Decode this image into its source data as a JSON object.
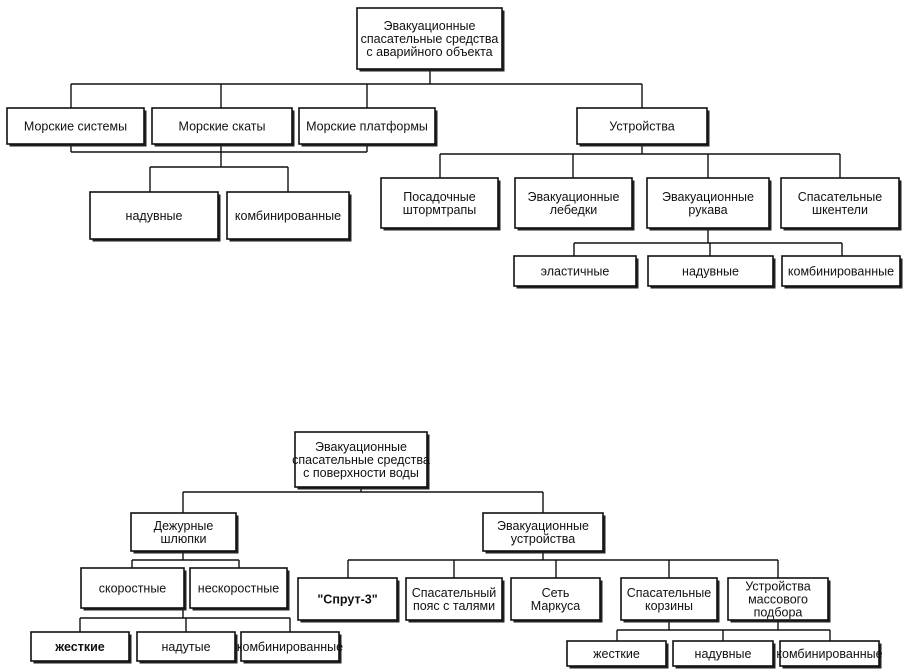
{
  "tree1": {
    "root": [
      "Эвакуационные",
      "спасательные средства",
      "с аварийного объекта"
    ],
    "marine_systems": [
      "Морские системы"
    ],
    "marine_slides": [
      "Морские скаты"
    ],
    "marine_platforms": [
      "Морские платформы"
    ],
    "devices": [
      "Устройства"
    ],
    "slides_inflatable": [
      "надувные"
    ],
    "slides_combined": [
      "комбинированные"
    ],
    "boarding_ladders": [
      "Посадочные",
      "штормтрапы"
    ],
    "evac_winches": [
      "Эвакуационные",
      "лебедки"
    ],
    "evac_sleeves": [
      "Эвакуационные",
      "рукава"
    ],
    "rescue_slings": [
      "Спасательные",
      "шкентели"
    ],
    "sleeves_elastic": [
      "эластичные"
    ],
    "sleeves_inflatable": [
      "надувные"
    ],
    "sleeves_combined": [
      "комбинированные"
    ]
  },
  "tree2": {
    "root": [
      "Эвакуационные",
      "спасательные средства",
      "с поверхности воды"
    ],
    "duty_boats": [
      "Дежурные",
      "шлюпки"
    ],
    "evac_devices": [
      "Эвакуационные",
      "устройства"
    ],
    "boats_fast": [
      "скоростные"
    ],
    "boats_slow": [
      "нескоростные"
    ],
    "boats_rigid": [
      "жесткие"
    ],
    "boats_inflatable": [
      "надутые"
    ],
    "boats_combined": [
      "комбинированные"
    ],
    "sprut3": [
      "\"Спрут-3\""
    ],
    "rescue_belt": [
      "Спасательный",
      "пояс с талями"
    ],
    "markus_net": [
      "Сеть",
      "Маркуса"
    ],
    "rescue_baskets": [
      "Спасательные",
      "корзины"
    ],
    "mass_pickup": [
      "Устройства",
      "массового",
      "подбора"
    ],
    "baskets_rigid": [
      "жесткие"
    ],
    "baskets_inflatable": [
      "надувные"
    ],
    "baskets_combined": [
      "комбинированные"
    ]
  }
}
